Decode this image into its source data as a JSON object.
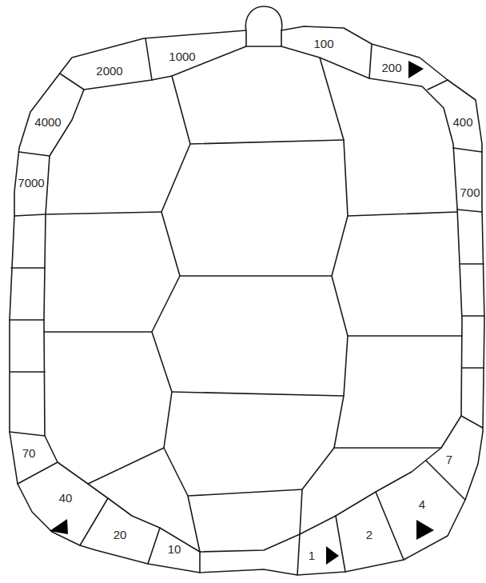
{
  "diagram": {
    "labels": [
      "100",
      "1000",
      "2000",
      "200",
      "400",
      "4000",
      "7000",
      "700",
      "70",
      "7",
      "40",
      "4",
      "20",
      "2",
      "10",
      "1"
    ]
  }
}
